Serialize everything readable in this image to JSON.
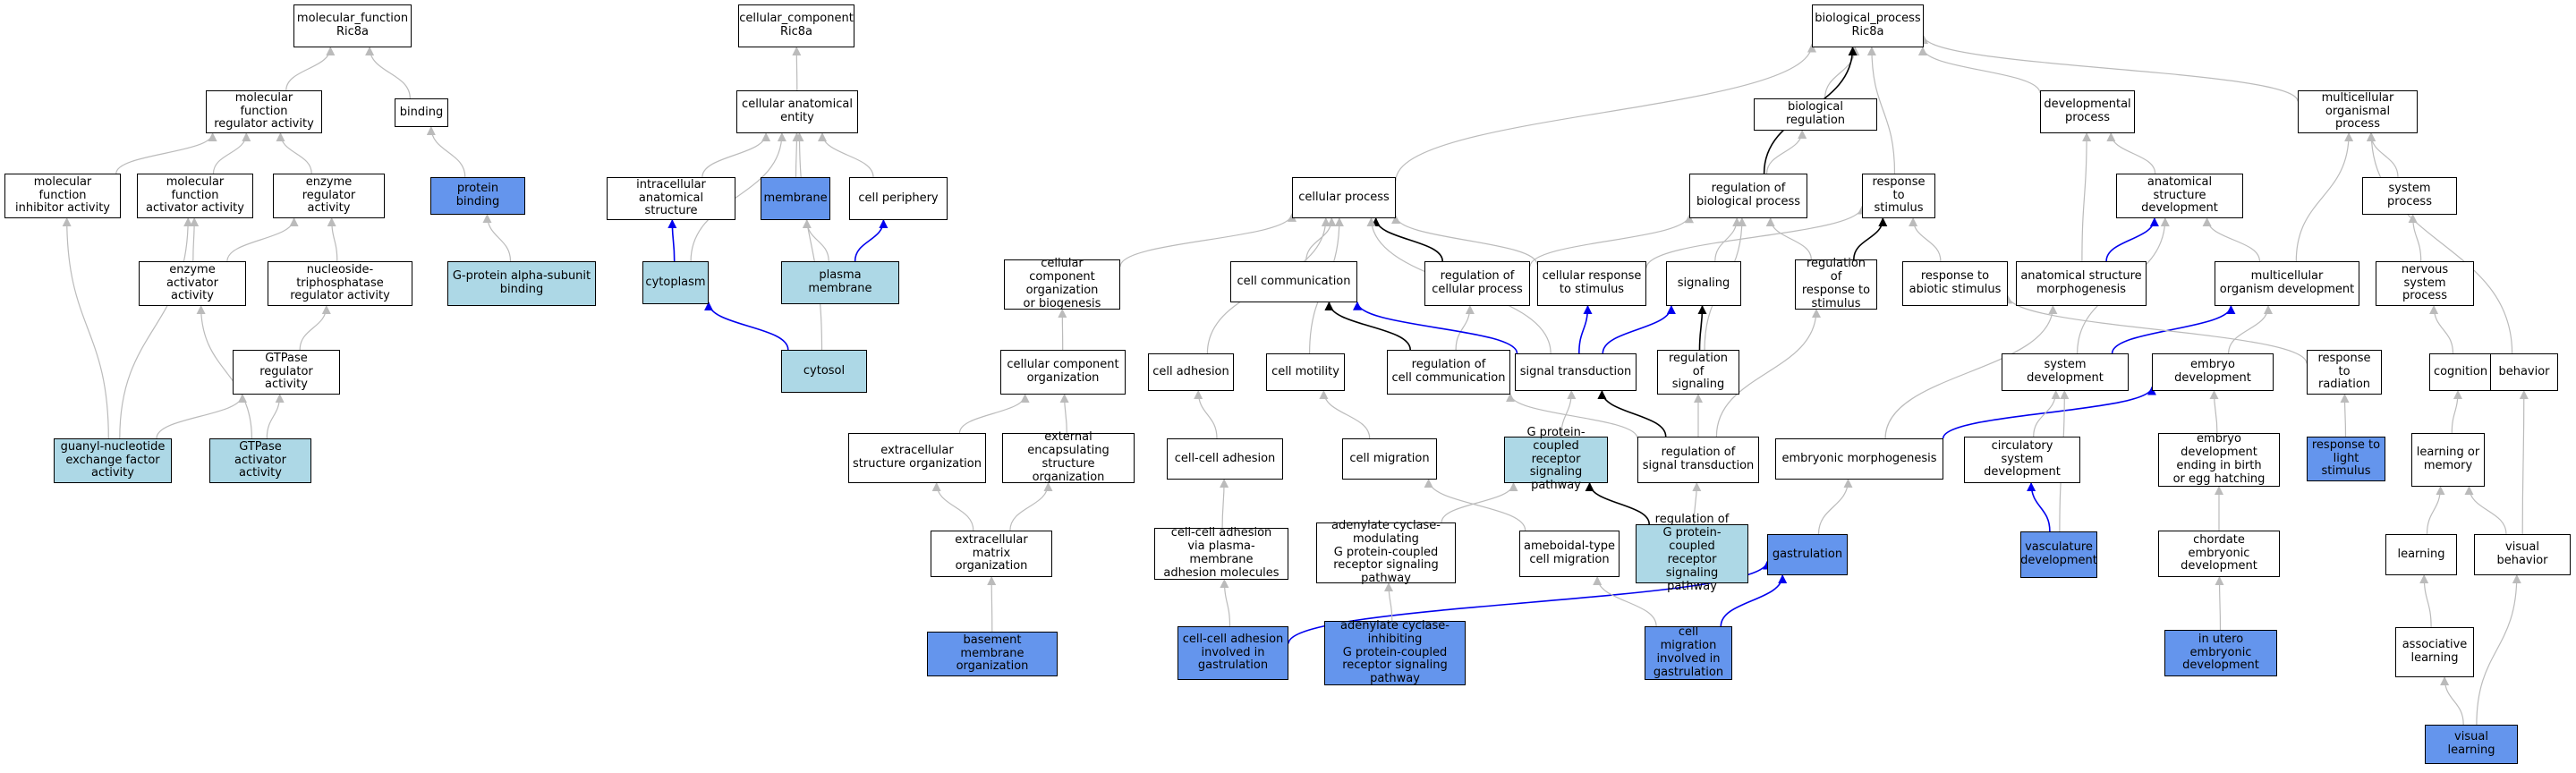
{
  "colors": {
    "plain": "#ffffff",
    "light": "#add8e6",
    "blue": "#6495ed",
    "edge_gray": "#bbbbbb",
    "edge_black": "#000000",
    "edge_blue": "#0000ee"
  },
  "nodes": {
    "mf": {
      "label": "molecular_function\nRic8a",
      "color": "plain"
    },
    "mfra": {
      "label": "molecular function\nregulator activity",
      "color": "plain"
    },
    "binding": {
      "label": "binding",
      "color": "plain"
    },
    "mfia": {
      "label": "molecular function\ninhibitor activity",
      "color": "plain"
    },
    "mfaa": {
      "label": "molecular function\nactivator activity",
      "color": "plain"
    },
    "era": {
      "label": "enzyme regulator\nactivity",
      "color": "plain"
    },
    "pb": {
      "label": "protein binding",
      "color": "blue"
    },
    "eaa": {
      "label": "enzyme activator\nactivity",
      "color": "plain"
    },
    "ntpra": {
      "label": "nucleoside-triphosphatase\nregulator activity",
      "color": "plain"
    },
    "gpab": {
      "label": "G-protein alpha-subunit\nbinding",
      "color": "light"
    },
    "gtpra": {
      "label": "GTPase regulator\nactivity",
      "color": "plain"
    },
    "gnef": {
      "label": "guanyl-nucleotide\nexchange factor\nactivity",
      "color": "light"
    },
    "gtpaa": {
      "label": "GTPase activator\nactivity",
      "color": "light"
    },
    "cc": {
      "label": "cellular_component\nRic8a",
      "color": "plain"
    },
    "cae": {
      "label": "cellular anatomical\nentity",
      "color": "plain"
    },
    "ias": {
      "label": "intracellular\nanatomical structure",
      "color": "plain"
    },
    "membrane": {
      "label": "membrane",
      "color": "blue"
    },
    "cper": {
      "label": "cell periphery",
      "color": "plain"
    },
    "cyto": {
      "label": "cytoplasm",
      "color": "light"
    },
    "pm": {
      "label": "plasma membrane",
      "color": "light"
    },
    "cytosol": {
      "label": "cytosol",
      "color": "light"
    },
    "bp": {
      "label": "biological_process\nRic8a",
      "color": "plain"
    },
    "breg": {
      "label": "biological regulation",
      "color": "plain"
    },
    "dp": {
      "label": "developmental\nprocess",
      "color": "plain"
    },
    "mop": {
      "label": "multicellular\norganismal process",
      "color": "plain"
    },
    "cp": {
      "label": "cellular process",
      "color": "plain"
    },
    "rbp": {
      "label": "regulation of\nbiological process",
      "color": "plain"
    },
    "rts": {
      "label": "response to\nstimulus",
      "color": "plain"
    },
    "asd": {
      "label": "anatomical structure\ndevelopment",
      "color": "plain"
    },
    "sp": {
      "label": "system process",
      "color": "plain"
    },
    "ccob": {
      "label": "cellular component\norganization\nor biogenesis",
      "color": "plain"
    },
    "ccomm": {
      "label": "cell communication",
      "color": "plain"
    },
    "rcp": {
      "label": "regulation of\ncellular process",
      "color": "plain"
    },
    "crs": {
      "label": "cellular response\nto stimulus",
      "color": "plain"
    },
    "signaling": {
      "label": "signaling",
      "color": "plain"
    },
    "rrs": {
      "label": "regulation of\nresponse to\nstimulus",
      "color": "plain"
    },
    "ras": {
      "label": "response to\nabiotic stimulus",
      "color": "plain"
    },
    "asm": {
      "label": "anatomical structure\nmorphogenesis",
      "color": "plain"
    },
    "mod": {
      "label": "multicellular\norganism development",
      "color": "plain"
    },
    "nsp": {
      "label": "nervous system\nprocess",
      "color": "plain"
    },
    "cco": {
      "label": "cellular component\norganization",
      "color": "plain"
    },
    "cadh": {
      "label": "cell adhesion",
      "color": "plain"
    },
    "cmot": {
      "label": "cell motility",
      "color": "plain"
    },
    "rcc": {
      "label": "regulation of\ncell communication",
      "color": "plain"
    },
    "st": {
      "label": "signal transduction",
      "color": "plain"
    },
    "rsig": {
      "label": "regulation of\nsignaling",
      "color": "plain"
    },
    "sd": {
      "label": "system development",
      "color": "plain"
    },
    "ed": {
      "label": "embryo development",
      "color": "plain"
    },
    "rrad": {
      "label": "response to\nradiation",
      "color": "plain"
    },
    "cog": {
      "label": "cognition",
      "color": "plain"
    },
    "beh": {
      "label": "behavior",
      "color": "plain"
    },
    "ecso": {
      "label": "extracellular\nstructure organization",
      "color": "plain"
    },
    "eeso": {
      "label": "external encapsulating\nstructure organization",
      "color": "plain"
    },
    "ccadh": {
      "label": "cell-cell adhesion",
      "color": "plain"
    },
    "cmig": {
      "label": "cell migration",
      "color": "plain"
    },
    "gpcr": {
      "label": "G protein-coupled\nreceptor signaling\npathway",
      "color": "light"
    },
    "rst": {
      "label": "regulation of\nsignal transduction",
      "color": "plain"
    },
    "em": {
      "label": "embryonic morphogenesis",
      "color": "plain"
    },
    "csd": {
      "label": "circulatory\nsystem development",
      "color": "plain"
    },
    "edeb": {
      "label": "embryo development\nending in birth\nor egg hatching",
      "color": "plain"
    },
    "rls": {
      "label": "response to\nlight stimulus",
      "color": "blue"
    },
    "lom": {
      "label": "learning or\nmemory",
      "color": "plain"
    },
    "emo": {
      "label": "extracellular\nmatrix organization",
      "color": "plain"
    },
    "ccapm": {
      "label": "cell-cell adhesion\nvia plasma-membrane\nadhesion molecules",
      "color": "plain"
    },
    "acmg": {
      "label": "adenylate cyclase-modulating\nG protein-coupled\nreceptor signaling\npathway",
      "color": "plain"
    },
    "abcm": {
      "label": "ameboidal-type\ncell migration",
      "color": "plain"
    },
    "rgpcr": {
      "label": "regulation of\nG protein-coupled\nreceptor signaling\npathway",
      "color": "light"
    },
    "gast": {
      "label": "gastrulation",
      "color": "blue"
    },
    "vasc": {
      "label": "vasculature\ndevelopment",
      "color": "blue"
    },
    "ced": {
      "label": "chordate embryonic\ndevelopment",
      "color": "plain"
    },
    "learn": {
      "label": "learning",
      "color": "plain"
    },
    "vb": {
      "label": "visual behavior",
      "color": "plain"
    },
    "bmo": {
      "label": "basement membrane\norganization",
      "color": "blue"
    },
    "ccag": {
      "label": "cell-cell adhesion\ninvolved in\ngastrulation",
      "color": "blue"
    },
    "acig": {
      "label": "adenylate cyclase-inhibiting\nG protein-coupled\nreceptor signaling\npathway",
      "color": "blue"
    },
    "cmig_g": {
      "label": "cell migration\ninvolved in\ngastrulation",
      "color": "blue"
    },
    "iued": {
      "label": "in utero embryonic\ndevelopment",
      "color": "blue"
    },
    "al": {
      "label": "associative\nlearning",
      "color": "plain"
    },
    "vl": {
      "label": "visual learning",
      "color": "blue"
    }
  },
  "edges": [
    [
      "mfra",
      "mf",
      "gray"
    ],
    [
      "binding",
      "mf",
      "gray"
    ],
    [
      "mfia",
      "mfra",
      "gray"
    ],
    [
      "mfaa",
      "mfra",
      "gray"
    ],
    [
      "era",
      "mfra",
      "gray"
    ],
    [
      "pb",
      "binding",
      "gray"
    ],
    [
      "eaa",
      "mfaa",
      "gray"
    ],
    [
      "eaa",
      "era",
      "gray"
    ],
    [
      "ntpra",
      "era",
      "gray"
    ],
    [
      "gpab",
      "pb",
      "gray"
    ],
    [
      "gtpra",
      "ntpra",
      "gray"
    ],
    [
      "gnef",
      "mfia",
      "gray"
    ],
    [
      "gnef",
      "mfaa",
      "gray"
    ],
    [
      "gnef",
      "gtpra",
      "gray"
    ],
    [
      "gtpaa",
      "eaa",
      "gray"
    ],
    [
      "gtpaa",
      "gtpra",
      "gray"
    ],
    [
      "cae",
      "cc",
      "gray"
    ],
    [
      "ias",
      "cae",
      "gray"
    ],
    [
      "membrane",
      "cae",
      "gray"
    ],
    [
      "cper",
      "cae",
      "gray"
    ],
    [
      "cyto",
      "ias",
      "blue"
    ],
    [
      "cyto",
      "cae",
      "gray"
    ],
    [
      "pm",
      "membrane",
      "gray"
    ],
    [
      "pm",
      "cper",
      "blue"
    ],
    [
      "cytosol",
      "cyto",
      "blue"
    ],
    [
      "cytosol",
      "cae",
      "gray"
    ],
    [
      "breg",
      "bp",
      "gray"
    ],
    [
      "dp",
      "bp",
      "gray"
    ],
    [
      "mop",
      "bp",
      "gray"
    ],
    [
      "cp",
      "bp",
      "gray"
    ],
    [
      "rbp",
      "bp",
      "black"
    ],
    [
      "rbp",
      "breg",
      "gray"
    ],
    [
      "rts",
      "bp",
      "gray"
    ],
    [
      "asd",
      "dp",
      "gray"
    ],
    [
      "sp",
      "mop",
      "gray"
    ],
    [
      "ccob",
      "cp",
      "gray"
    ],
    [
      "ccomm",
      "cp",
      "gray"
    ],
    [
      "rcp",
      "cp",
      "black"
    ],
    [
      "rcp",
      "rbp",
      "gray"
    ],
    [
      "crs",
      "cp",
      "gray"
    ],
    [
      "crs",
      "rts",
      "gray"
    ],
    [
      "signaling",
      "rbp",
      "gray"
    ],
    [
      "rrs",
      "rbp",
      "gray"
    ],
    [
      "rrs",
      "rts",
      "black"
    ],
    [
      "ras",
      "rts",
      "gray"
    ],
    [
      "asm",
      "dp",
      "gray"
    ],
    [
      "asm",
      "asd",
      "blue"
    ],
    [
      "mod",
      "asd",
      "gray"
    ],
    [
      "mod",
      "mop",
      "gray"
    ],
    [
      "nsp",
      "sp",
      "gray"
    ],
    [
      "cco",
      "ccob",
      "gray"
    ],
    [
      "cadh",
      "cp",
      "gray"
    ],
    [
      "cmot",
      "cp",
      "gray"
    ],
    [
      "rcc",
      "ccomm",
      "black"
    ],
    [
      "rcc",
      "rcp",
      "gray"
    ],
    [
      "st",
      "ccomm",
      "blue"
    ],
    [
      "st",
      "crs",
      "blue"
    ],
    [
      "st",
      "signaling",
      "blue"
    ],
    [
      "st",
      "cp",
      "gray"
    ],
    [
      "rsig",
      "signaling",
      "black"
    ],
    [
      "rsig",
      "rbp",
      "gray"
    ],
    [
      "sd",
      "mod",
      "blue"
    ],
    [
      "sd",
      "asd",
      "gray"
    ],
    [
      "ed",
      "mod",
      "gray"
    ],
    [
      "rrad",
      "ras",
      "gray"
    ],
    [
      "cog",
      "nsp",
      "gray"
    ],
    [
      "beh",
      "mop",
      "gray"
    ],
    [
      "ecso",
      "cco",
      "gray"
    ],
    [
      "eeso",
      "cco",
      "gray"
    ],
    [
      "ccadh",
      "cadh",
      "gray"
    ],
    [
      "cmig",
      "cmot",
      "gray"
    ],
    [
      "gpcr",
      "st",
      "gray"
    ],
    [
      "rst",
      "st",
      "black"
    ],
    [
      "rst",
      "rsig",
      "gray"
    ],
    [
      "rst",
      "rcc",
      "gray"
    ],
    [
      "rst",
      "rrs",
      "gray"
    ],
    [
      "em",
      "asm",
      "gray"
    ],
    [
      "em",
      "ed",
      "blue"
    ],
    [
      "csd",
      "sd",
      "gray"
    ],
    [
      "edeb",
      "ed",
      "gray"
    ],
    [
      "rls",
      "rrad",
      "gray"
    ],
    [
      "lom",
      "cog",
      "gray"
    ],
    [
      "emo",
      "ecso",
      "gray"
    ],
    [
      "emo",
      "eeso",
      "gray"
    ],
    [
      "ccapm",
      "ccadh",
      "gray"
    ],
    [
      "acmg",
      "gpcr",
      "gray"
    ],
    [
      "abcm",
      "cmig",
      "gray"
    ],
    [
      "rgpcr",
      "gpcr",
      "black"
    ],
    [
      "rgpcr",
      "rst",
      "gray"
    ],
    [
      "gast",
      "em",
      "gray"
    ],
    [
      "vasc",
      "csd",
      "blue"
    ],
    [
      "vasc",
      "sd",
      "gray"
    ],
    [
      "ced",
      "edeb",
      "gray"
    ],
    [
      "learn",
      "lom",
      "gray"
    ],
    [
      "vb",
      "beh",
      "gray"
    ],
    [
      "vb",
      "lom",
      "gray"
    ],
    [
      "bmo",
      "emo",
      "gray"
    ],
    [
      "ccag",
      "ccapm",
      "gray"
    ],
    [
      "ccag",
      "gast",
      "blue"
    ],
    [
      "acig",
      "acmg",
      "gray"
    ],
    [
      "cmig_g",
      "abcm",
      "gray"
    ],
    [
      "cmig_g",
      "gast",
      "blue"
    ],
    [
      "iued",
      "ced",
      "gray"
    ],
    [
      "al",
      "learn",
      "gray"
    ],
    [
      "vl",
      "al",
      "gray"
    ],
    [
      "vl",
      "vb",
      "gray"
    ]
  ]
}
